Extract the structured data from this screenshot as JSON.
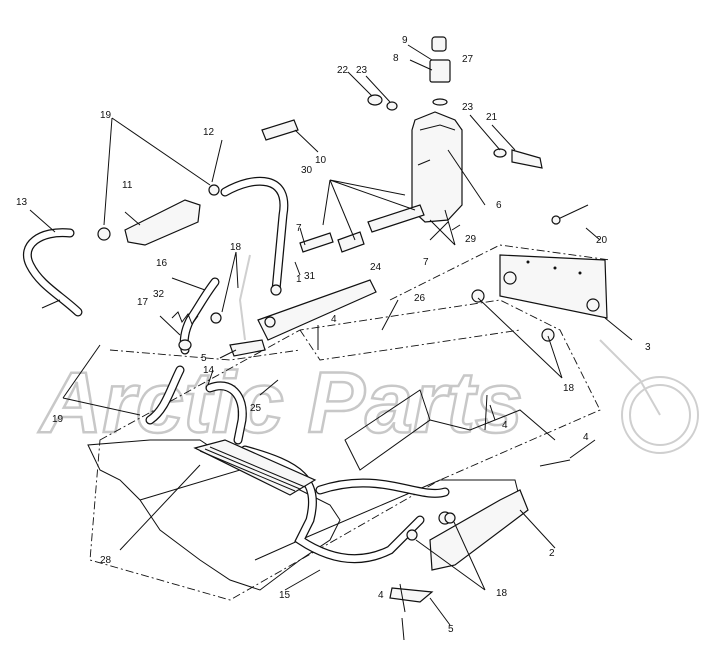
{
  "watermark": {
    "text": "Arctic Parts",
    "kind": "logo"
  },
  "callouts": [
    {
      "id": "c1",
      "text": "1"
    },
    {
      "id": "c2",
      "text": "2"
    },
    {
      "id": "c3",
      "text": "3"
    },
    {
      "id": "c4a",
      "text": "4"
    },
    {
      "id": "c4b",
      "text": "4"
    },
    {
      "id": "c4c",
      "text": "4"
    },
    {
      "id": "c4d",
      "text": "4"
    },
    {
      "id": "c5a",
      "text": "5"
    },
    {
      "id": "c5b",
      "text": "5"
    },
    {
      "id": "c6",
      "text": "6"
    },
    {
      "id": "c7a",
      "text": "7"
    },
    {
      "id": "c7b",
      "text": "7"
    },
    {
      "id": "c8",
      "text": "8"
    },
    {
      "id": "c9",
      "text": "9"
    },
    {
      "id": "c10",
      "text": "10"
    },
    {
      "id": "c11",
      "text": "11"
    },
    {
      "id": "c12",
      "text": "12"
    },
    {
      "id": "c13",
      "text": "13"
    },
    {
      "id": "c14",
      "text": "14"
    },
    {
      "id": "c15",
      "text": "15"
    },
    {
      "id": "c16",
      "text": "16"
    },
    {
      "id": "c17",
      "text": "17"
    },
    {
      "id": "c18a",
      "text": "18"
    },
    {
      "id": "c18b",
      "text": "18"
    },
    {
      "id": "c18c",
      "text": "18"
    },
    {
      "id": "c19a",
      "text": "19"
    },
    {
      "id": "c19b",
      "text": "19"
    },
    {
      "id": "c20",
      "text": "20"
    },
    {
      "id": "c21",
      "text": "21"
    },
    {
      "id": "c22",
      "text": "22"
    },
    {
      "id": "c23a",
      "text": "23"
    },
    {
      "id": "c23b",
      "text": "23"
    },
    {
      "id": "c24",
      "text": "24"
    },
    {
      "id": "c25",
      "text": "25"
    },
    {
      "id": "c26",
      "text": "26"
    },
    {
      "id": "c27",
      "text": "27"
    },
    {
      "id": "c28",
      "text": "28"
    },
    {
      "id": "c29",
      "text": "29"
    },
    {
      "id": "c30",
      "text": "30"
    },
    {
      "id": "c31",
      "text": "31"
    },
    {
      "id": "c32",
      "text": "32"
    }
  ]
}
